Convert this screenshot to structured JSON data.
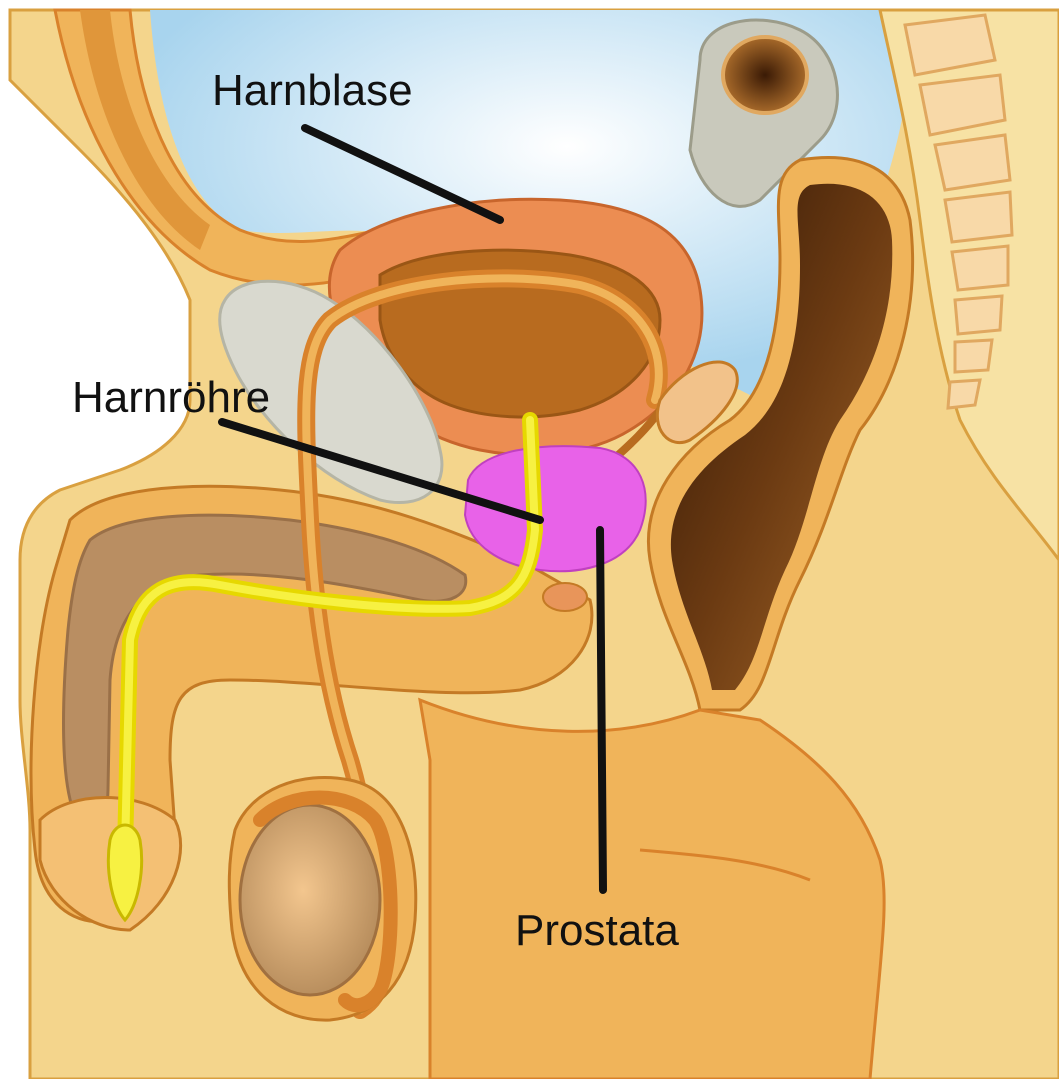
{
  "labels": {
    "bladder": "Harnblase",
    "urethra": "Harnröhre",
    "prostate": "Prostata"
  },
  "colors": {
    "skin": "#f4d58c",
    "tissue_light": "#f7e2a4",
    "tissue_mid": "#f0b45a",
    "tissue_dark": "#d9822b",
    "bladder_wall": "#ec8d52",
    "bladder_inner": "#b86b1f",
    "urethra": "#f5ee16",
    "prostate": "#e862e8",
    "rectum": "#6e3a12",
    "testis": "#d8a46a",
    "bone": "#f8d9a8",
    "seminal": "#d9d9cf",
    "abdomen_blue": "#b8dcf0",
    "leader_line": "#111111"
  }
}
